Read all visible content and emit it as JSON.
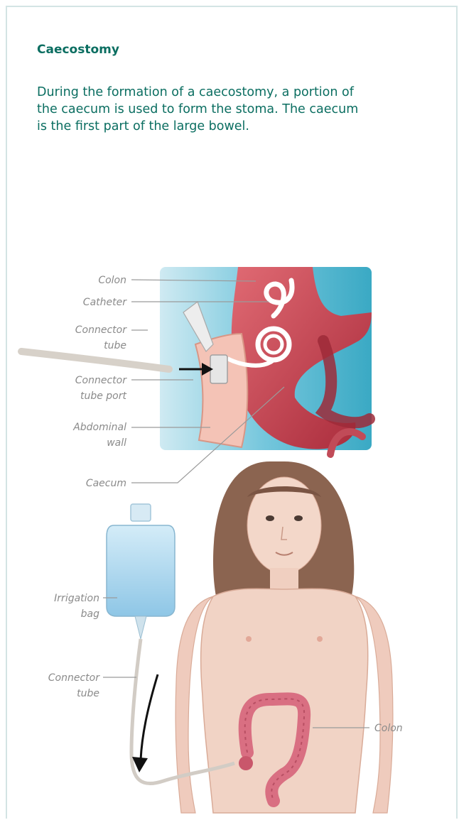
{
  "section": {
    "title": "Caecostomy",
    "body": "During the formation of a caecostomy, a portion of the caecum is used to form the stoma. The caecum is the first part of the large bowel."
  },
  "illustration": {
    "labels": {
      "colon_top": "Colon",
      "catheter": "Catheter",
      "connector_tube_line1": "Connector",
      "connector_tube_line2": "tube",
      "connector_port_line1": "Connector",
      "connector_port_line2": "tube port",
      "abdominal_line1": "Abdominal",
      "abdominal_line2": "wall",
      "caecum": "Caecum",
      "irrigation_line1": "Irrigation",
      "irrigation_line2": "bag",
      "connector_tube2_line1": "Connector",
      "connector_tube2_line2": "tube",
      "colon_body": "Colon"
    },
    "colors": {
      "teal_panel": "#4bb3cc",
      "bowel": "#c43d4a",
      "skin": "#f1d3c5",
      "hair": "#8b6450",
      "bag": "#a9d5ee",
      "label": "#8a8a8a"
    }
  }
}
